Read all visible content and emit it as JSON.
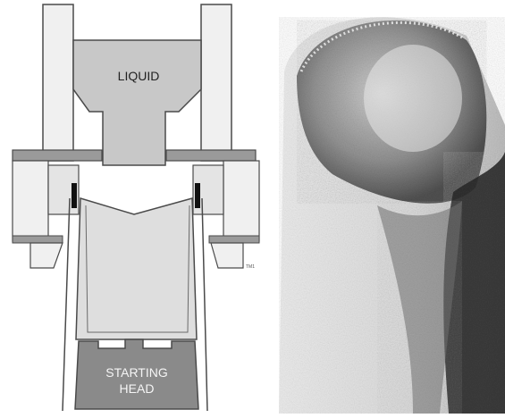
{
  "diagram": {
    "liquid_label": "LIQUID",
    "starting_head_label_line1": "STARTING",
    "starting_head_label_line2": "HEAD",
    "corner_mark": "TM1"
  },
  "colors": {
    "liquid_fill": "#c8c8c8",
    "mold_fill": "#f0f0f0",
    "plate_fill": "#9a9a9a",
    "head_fill": "#8a8a8a",
    "outline": "#4a4a4a",
    "photo_light": "#e6e6e6",
    "photo_dark": "#3a3a3a"
  }
}
